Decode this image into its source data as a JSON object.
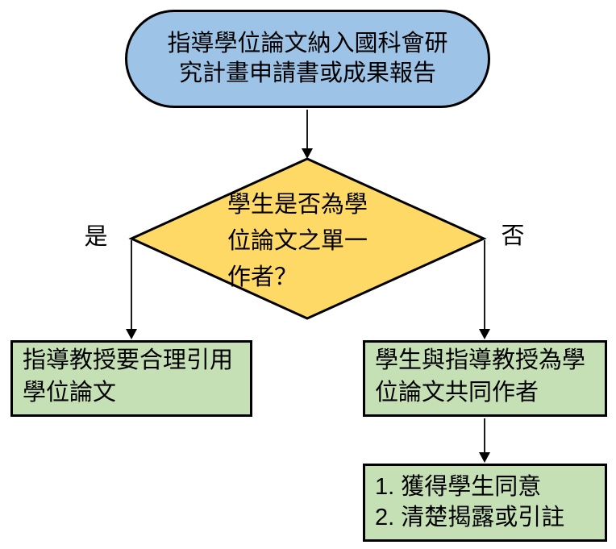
{
  "diagram": {
    "type": "flowchart",
    "colors": {
      "background": "#ffffff",
      "terminator_fill": "#9dc3e6",
      "decision_fill": "#ffd966",
      "process_fill": "#c5e0b4",
      "stroke": "#000000",
      "text": "#000000"
    },
    "nodes": {
      "start": {
        "shape": "terminator",
        "lines": [
          "指導學位論文納入國科會研",
          "究計畫申請書或成果報告"
        ]
      },
      "decision": {
        "shape": "diamond",
        "lines": [
          "學生是否為學",
          "位論文之單一",
          "作者？"
        ]
      },
      "yes_process": {
        "shape": "rectangle",
        "lines": [
          "指導教授要合理引用",
          "學位論文"
        ]
      },
      "no_process": {
        "shape": "rectangle",
        "lines": [
          "學生與指導教授為學",
          "位論文共同作者"
        ]
      },
      "no_process_2": {
        "shape": "rectangle",
        "lines": [
          "1. 獲得學生同意",
          "2. 清楚揭露或引註"
        ]
      }
    },
    "edge_labels": {
      "yes": "是",
      "no": "否"
    }
  }
}
